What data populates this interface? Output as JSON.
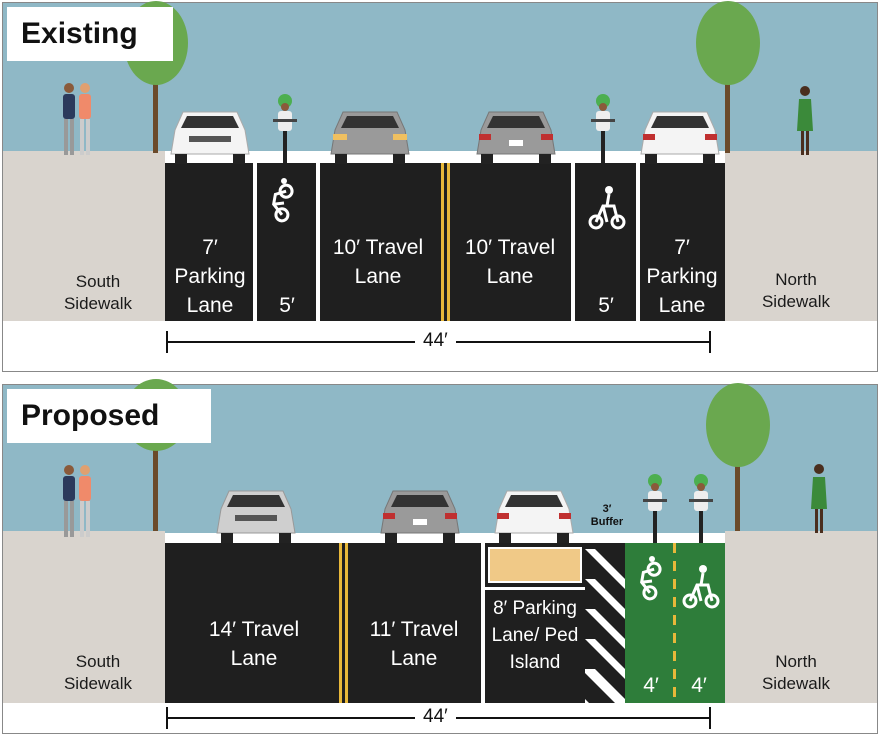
{
  "existing": {
    "title": "Existing",
    "south_sidewalk": "South Sidewalk",
    "north_sidewalk": "North Sidewalk",
    "lanes": [
      {
        "text": "7′ Parking Lane"
      },
      {
        "text": "5′"
      },
      {
        "text": "10′ Travel Lane"
      },
      {
        "text": "10′ Travel Lane"
      },
      {
        "text": "5′"
      },
      {
        "text": "7′ Parking Lane"
      }
    ],
    "total_width": "44′"
  },
  "proposed": {
    "title": "Proposed",
    "south_sidewalk": "South Sidewalk",
    "north_sidewalk": "North Sidewalk",
    "lanes": [
      {
        "text": "14′ Travel Lane"
      },
      {
        "text": "11′ Travel Lane"
      },
      {
        "text": "8′ Parking Lane/ Ped Island"
      },
      {
        "text": "4′"
      },
      {
        "text": "4′"
      }
    ],
    "buffer_label": "3′ Buffer",
    "total_width": "44′"
  },
  "colors": {
    "sky": "#8fb8c6",
    "asphalt": "#1f1f1f",
    "sidewalk": "#d9d4ce",
    "bike_lane_green": "#2e7d3a",
    "center_line_yellow": "#e8b83a",
    "ped_island_tan": "#f0c987"
  }
}
